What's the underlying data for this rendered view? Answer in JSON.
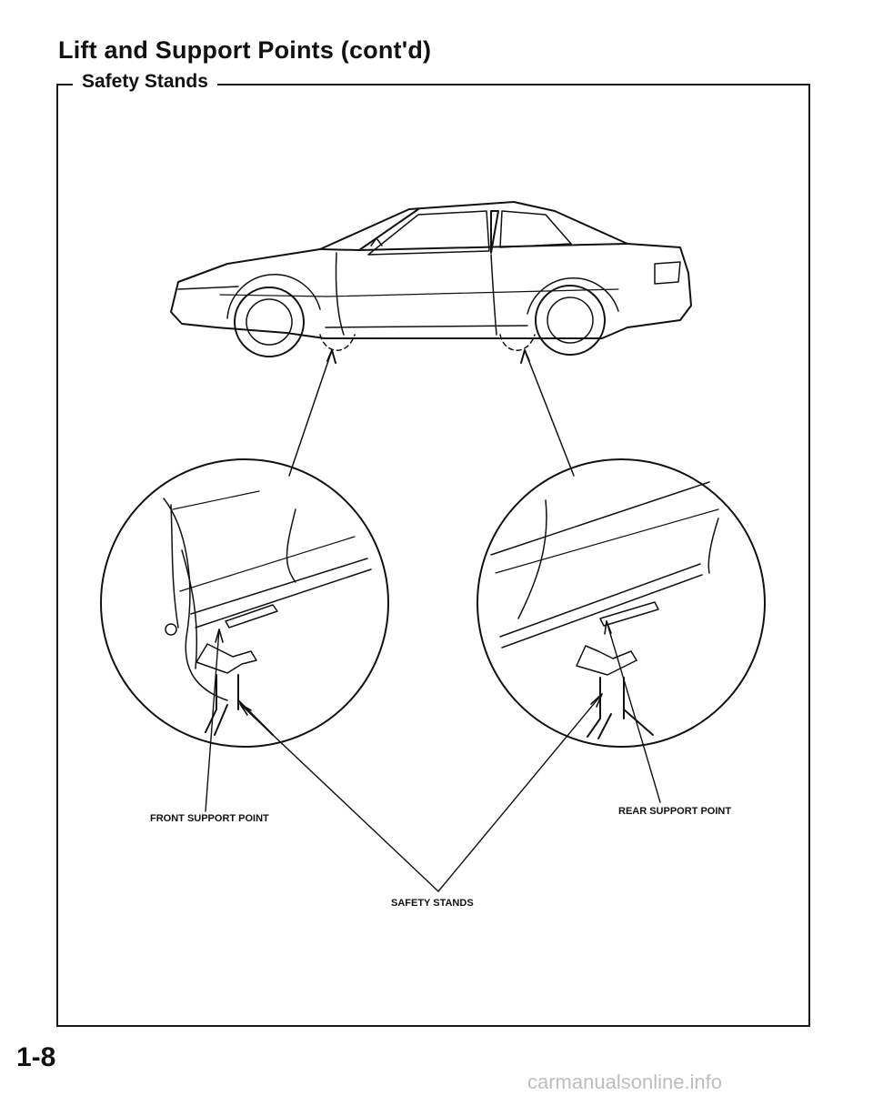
{
  "header": {
    "title": "Lift and Support Points (cont'd)"
  },
  "section": {
    "title": "Safety Stands"
  },
  "figure": {
    "labels": {
      "front": "FRONT SUPPORT POINT",
      "rear": "REAR SUPPORT POINT",
      "stands": "SAFETY STANDS"
    }
  },
  "footer": {
    "page_number": "1-8",
    "watermark": "carmanualsonline.info"
  }
}
